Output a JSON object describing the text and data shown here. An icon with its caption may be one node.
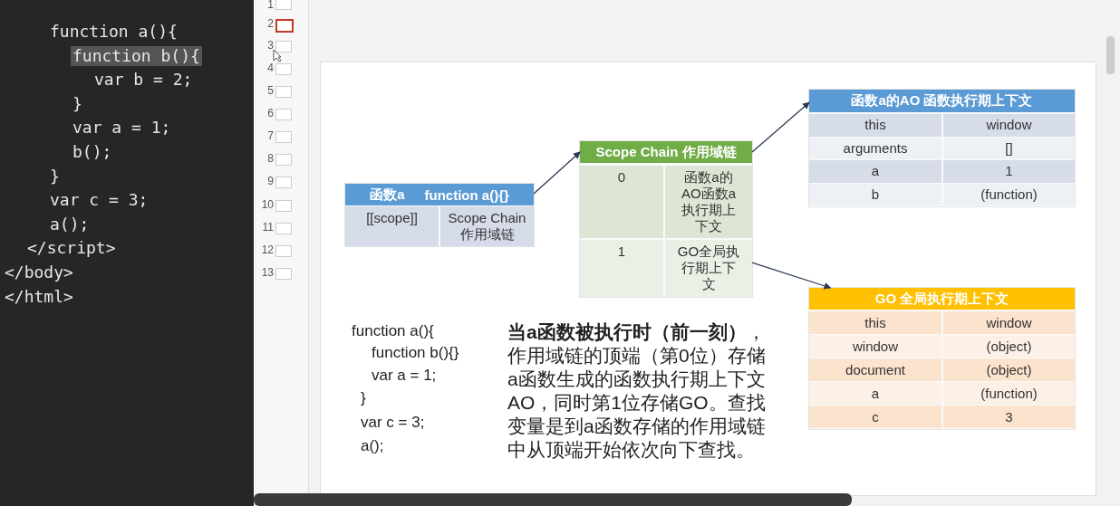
{
  "diagram": {
    "nodes": [
      {
        "text": [
          "函数a",
          "function a(){}"
        ]
      },
      {
        "text": [
          "[[scope]]"
        ],
        "in": 0
      },
      {
        "text": [
          "Scope Chain 作用域链"
        ],
        "in": 0
      },
      {
        "text": [
          "Scope Chain 作用域链"
        ]
      },
      {
        "text": [
          "0"
        ],
        "in": 3
      },
      {
        "text": [
          "函数a的AO函数a执行期上下文"
        ],
        "in": 3
      },
      {
        "text": [
          "1"
        ],
        "in": 3
      },
      {
        "text": [
          "GO全局执行期上下文"
        ],
        "in": 3
      },
      {
        "text": [
          "函数a的AO 函数执行期上下文"
        ]
      },
      {
        "text": [
          "this"
        ],
        "in": 8
      },
      {
        "text": [
          "window"
        ],
        "in": 8
      },
      {
        "text": [
          "arguments"
        ],
        "in": 8
      },
      {
        "text": [
          "[]"
        ],
        "in": 8
      },
      {
        "text": [
          "a"
        ],
        "in": 8
      },
      {
        "text": [
          "1"
        ],
        "in": 8
      },
      {
        "text": [
          "b"
        ],
        "in": 8
      },
      {
        "text": [
          "(function)"
        ],
        "in": 8
      },
      {
        "text": [
          "GO 全局执行期上下文"
        ]
      },
      {
        "text": [
          "this"
        ],
        "in": 17
      },
      {
        "text": [
          "window"
        ],
        "in": 17
      },
      {
        "text": [
          "window"
        ],
        "in": 17
      },
      {
        "text": [
          "(object)"
        ],
        "in": 17
      },
      {
        "text": [
          "document"
        ],
        "in": 17
      },
      {
        "text": [
          "(object)"
        ],
        "in": 17
      },
      {
        "text": [
          "a"
        ],
        "in": 17
      },
      {
        "text": [
          "(function)"
        ],
        "in": 17
      },
      {
        "text": [
          "c"
        ],
        "in": 17
      },
      {
        "text": [
          "3"
        ],
        "in": 17
      }
    ],
    "edges": [
      {
        "from": 0,
        "to": 3,
        "arrow": "to"
      },
      {
        "from": 3,
        "to": 8,
        "arrow": "to"
      },
      {
        "from": 7,
        "to": 17,
        "arrow": "to"
      }
    ],
    "labels": [
      "function a(){",
      "function b(){",
      "var b = 2;",
      "}",
      "var a = 1;",
      "b();",
      "}",
      "var c = 3;",
      "a();",
      "</script>",
      "</body>",
      "</html>",
      "1",
      "2",
      "3",
      "4",
      "5",
      "6",
      "7",
      "8",
      "9",
      "10",
      "11",
      "12",
      "13",
      "function a(){",
      "function b(){}",
      "var a = 1;",
      "}",
      "var c = 3;",
      "a();",
      "**当a函数被执行时（前一刻）**，作用域链的顶端（第0位）存储a函数生成的函数执行期上下文AO，同时第1位存储GO。查找变量是到a函数存储的作用域链中从顶端开始依次向下查找。"
    ]
  }
}
